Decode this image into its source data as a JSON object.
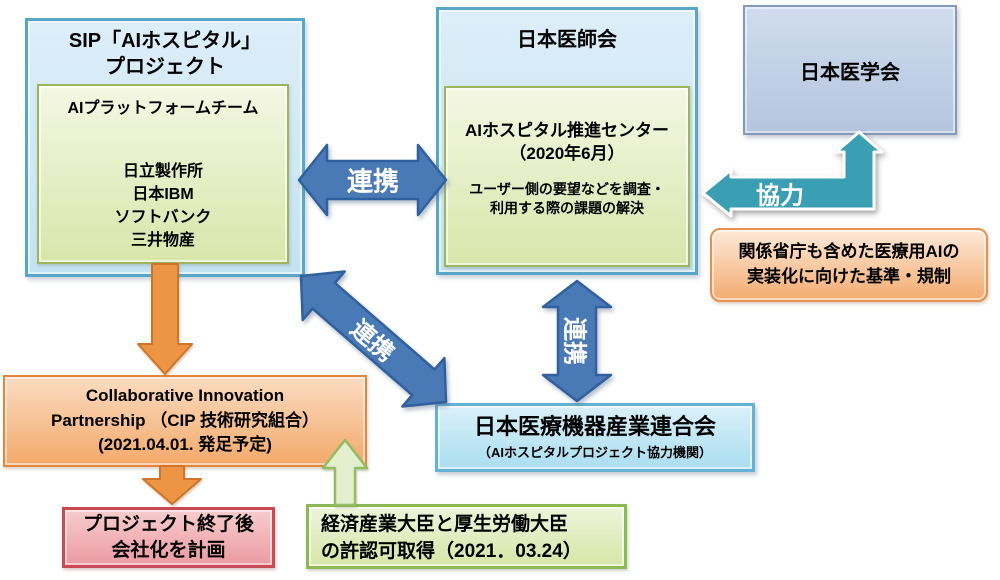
{
  "boxes": {
    "sip": {
      "title_line1": "SIP「AIホスピタル」",
      "title_line2": "プロジェクト",
      "platform": {
        "title": "AIプラットフォームチーム",
        "members": [
          "日立製作所",
          "日本IBM",
          "ソフトバンク",
          "三井物産"
        ]
      }
    },
    "jma": {
      "title": "日本医師会",
      "center": {
        "title_line1": "AIホスピタル推進センター",
        "title_line2": "（2020年6月）",
        "body_line1": "ユーザー側の要望などを調査・",
        "body_line2": "利用する際の課題の解決"
      }
    },
    "jams": {
      "title": "日本医学会"
    },
    "regulation": {
      "line1": "関係省庁も含めた医療用AIの",
      "line2": "実装化に向けた基準・規制"
    },
    "cip": {
      "line1": "Collaborative Innovation",
      "line2": "Partnership （CIP 技術研究組合）",
      "line3": "(2021.04.01. 発足予定)"
    },
    "company": {
      "line1": "プロジェクト終了後",
      "line2": "会社化を計画"
    },
    "approval": {
      "line1": "経済産業大臣と厚生労働大臣",
      "line2": "の許認可取得（2021．03.24）"
    },
    "jfmda": {
      "title": "日本医療機器産業連合会",
      "subtitle": "（AIホスピタルプロジェクト協力機関）"
    }
  },
  "arrows": {
    "renkei_horizontal": "連携",
    "renkei_diagonal": "連携",
    "renkei_vertical": "連携",
    "kyoryoku": "協力"
  },
  "colors": {
    "blue_arrow": "#4a7ab5",
    "blue_arrow_border": "#30609e",
    "orange_arrow": "#ee9445",
    "teal_arrow": "#3b9fb3",
    "green_arrow": "#e3efcf",
    "blue_box_border": "#58a6c8",
    "green_box_border": "#9db55e",
    "orange_box_border": "#e2873e",
    "pink_box_border": "#c94a52",
    "periwinkle_box_border": "#8499bc"
  }
}
